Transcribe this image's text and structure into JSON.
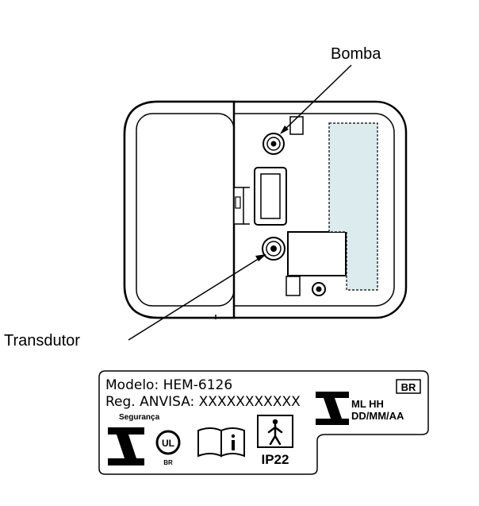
{
  "callouts": {
    "pump": "Bomba",
    "transducer": "Transdutor"
  },
  "label": {
    "model_line": "Modelo: HEM-6126",
    "anvisa_line": "Reg. ANVISA: XXXXXXXXXXX",
    "safety_caption": "Segurança",
    "ul_mark": "UL",
    "ul_country": "BR",
    "country_box": "BR",
    "lot_line": "ML HH",
    "date_line": "DD/MM/AA",
    "ip_rating": "IP22"
  },
  "colors": {
    "line": "#000000",
    "battery_fill": "#dcebee",
    "background": "#ffffff"
  },
  "icons": {
    "safety_mark": "inmetro-mark-icon",
    "ul_mark": "ul-certification-icon",
    "manual": "read-manual-icon",
    "applied_part": "type-b-applied-part-icon",
    "manufacturer_mark": "inmetro-mark-icon"
  }
}
